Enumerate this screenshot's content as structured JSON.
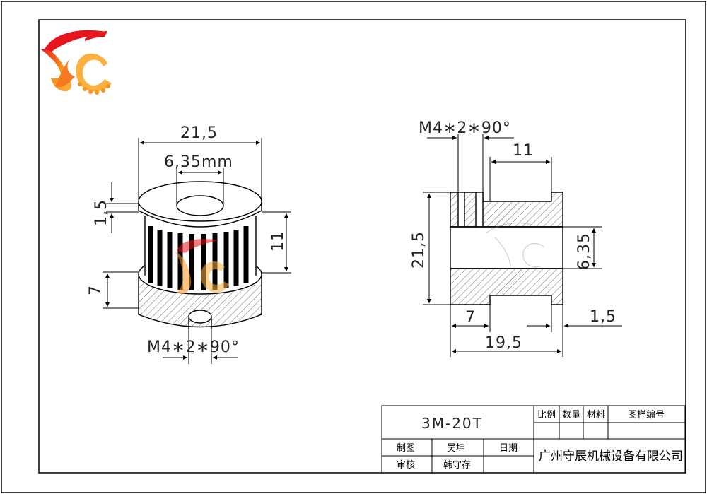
{
  "drawing": {
    "left_view": {
      "dim_outer_diameter": "21,5",
      "dim_bore": "6,35mm",
      "dim_flange": "1,5",
      "dim_teeth_width": "11",
      "dim_hub_height": "7",
      "dim_set_screw": "M4∗2∗90°"
    },
    "right_view": {
      "dim_set_screw": "M4∗2∗90°",
      "dim_teeth_width": "11",
      "dim_outer_diameter": "21,5",
      "dim_bore": "6,35",
      "dim_hub_height": "7",
      "dim_flange": "1,5",
      "dim_total_length": "19,5"
    }
  },
  "title_block": {
    "part_name": "3M-20T",
    "h_scale": "比例",
    "h_quantity": "数量",
    "h_material": "材料",
    "h_drawing_no": "图样编号",
    "l_drawn": "制图",
    "v_drawn": "吴坤",
    "l_date": "日期",
    "l_checked": "审核",
    "v_checked": "韩守存",
    "company": "广州守辰机械设备有限公司"
  },
  "colors": {
    "line": "#000000",
    "logo_red": "#e8141c",
    "logo_orange": "#f7941d",
    "logo_yellow": "#fbb040",
    "hatch": "#555555"
  }
}
